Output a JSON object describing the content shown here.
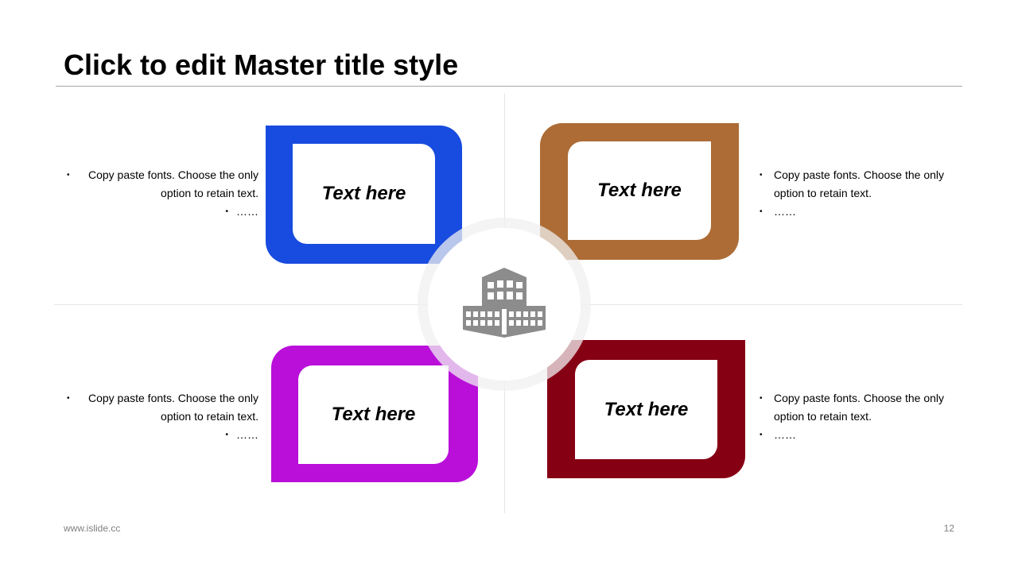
{
  "slide": {
    "title": "Click to edit Master title style",
    "footer_url": "www.islide.cc",
    "page_number": "12"
  },
  "cards": [
    {
      "label": "Text here",
      "color": "#184bdf"
    },
    {
      "label": "Text here",
      "color": "#ad6c36"
    },
    {
      "label": "Text here",
      "color": "#b90fd9"
    },
    {
      "label": "Text here",
      "color": "#860014"
    }
  ],
  "bullets": {
    "top_left": {
      "line1": "Copy paste fonts. Choose the only",
      "line1b": "option to retain text.",
      "line2": "……"
    },
    "top_right": {
      "line1": "Copy paste fonts. Choose the only",
      "line1b": "option to retain text.",
      "line2": "……"
    },
    "bottom_left": {
      "line1": "Copy paste fonts. Choose the only",
      "line1b": "option to retain text.",
      "line2": "……"
    },
    "bottom_right": {
      "line1": "Copy paste fonts. Choose the only",
      "line1b": "option to retain text.",
      "line2": "……"
    }
  },
  "hub_icon": "office-building-icon"
}
